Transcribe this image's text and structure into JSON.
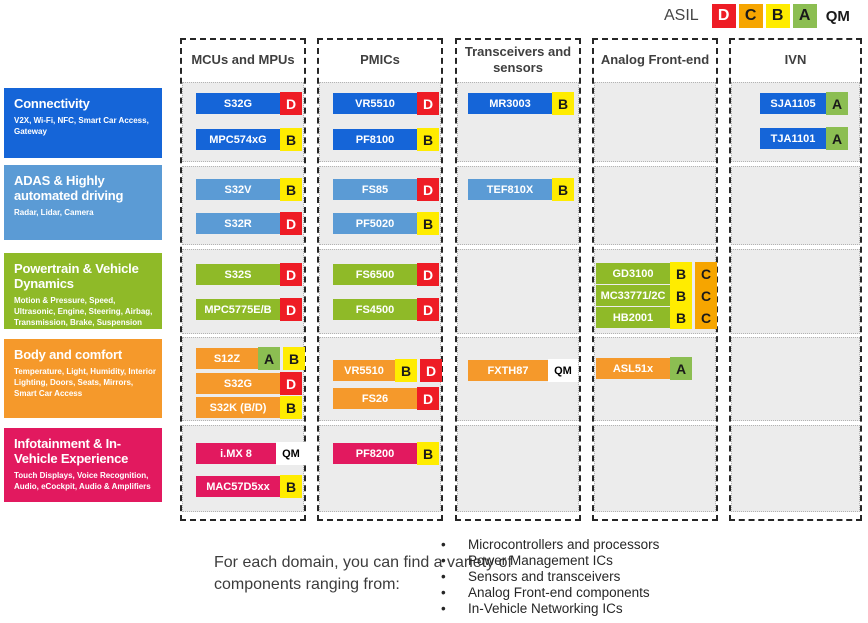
{
  "legend": {
    "label": "ASIL",
    "items": [
      "D",
      "C",
      "B",
      "A"
    ],
    "qm_label": "QM"
  },
  "badge_styles": {
    "D": {
      "bg": "#ee1c25",
      "fg": "#ffffff"
    },
    "C": {
      "bg": "#f6a500",
      "fg": "#1a1a1a"
    },
    "B": {
      "bg": "#ffec00",
      "fg": "#1a1a1a"
    },
    "A": {
      "bg": "#8cbe52",
      "fg": "#1a1a1a"
    },
    "QM": {
      "bg": "#ffffff",
      "fg": "#000000"
    }
  },
  "columns": [
    {
      "label": "MCUs and MPUs"
    },
    {
      "label": "PMICs"
    },
    {
      "label": "Transceivers and sensors"
    },
    {
      "label": "Analog Front-end"
    },
    {
      "label": "IVN"
    }
  ],
  "rows": [
    {
      "id": "connectivity",
      "title": "Connectivity",
      "subtitle": "V2X, Wi-Fi, NFC, Smart Car Access, Gateway",
      "color": "#1565d8",
      "cells": [
        [
          {
            "label": "S32G",
            "badges": [
              "D"
            ]
          },
          {
            "label": "MPC574xG",
            "badges": [
              "B"
            ]
          }
        ],
        [
          {
            "label": "VR5510",
            "badges": [
              "D"
            ]
          },
          {
            "label": "PF8100",
            "badges": [
              "B"
            ]
          }
        ],
        [
          {
            "label": "MR3003",
            "badges": [
              "B"
            ]
          }
        ],
        [],
        [
          {
            "label": "SJA1105",
            "badges": [
              "A"
            ]
          },
          {
            "label": "TJA1101",
            "badges": [
              "A"
            ]
          }
        ]
      ]
    },
    {
      "id": "adas",
      "title": "ADAS & Highly automated driving",
      "subtitle": "Radar, Lidar, Camera",
      "color": "#5b9bd5",
      "cells": [
        [
          {
            "label": "S32V",
            "badges": [
              "B"
            ]
          },
          {
            "label": "S32R",
            "badges": [
              "D"
            ]
          }
        ],
        [
          {
            "label": "FS85",
            "badges": [
              "D"
            ]
          },
          {
            "label": "PF5020",
            "badges": [
              "B"
            ]
          }
        ],
        [
          {
            "label": "TEF810X",
            "badges": [
              "B"
            ]
          }
        ],
        [],
        []
      ]
    },
    {
      "id": "powertrain",
      "title": "Powertrain & Vehicle Dynamics",
      "subtitle": "Motion & Pressure, Speed, Ultrasonic, Engine, Steering, Airbag, Transmission, Brake, Suspension",
      "color": "#8fba28",
      "cells": [
        [
          {
            "label": "S32S",
            "badges": [
              "D"
            ]
          },
          {
            "label": "MPC5775E/B",
            "badges": [
              "D"
            ]
          }
        ],
        [
          {
            "label": "FS6500",
            "badges": [
              "D"
            ]
          },
          {
            "label": "FS4500",
            "badges": [
              "D"
            ]
          }
        ],
        [],
        [
          {
            "label": "GD3100",
            "badges": [
              "B",
              "C"
            ]
          },
          {
            "label": "MC33771/2C",
            "badges": [
              "B",
              "C"
            ]
          },
          {
            "label": "HB2001",
            "badges": [
              "B",
              "C"
            ]
          }
        ],
        []
      ]
    },
    {
      "id": "body",
      "title": "Body and comfort",
      "subtitle": "Temperature, Light, Humidity, Interior Lighting, Doors, Seats, Mirrors, Smart Car Access",
      "color": "#f5992b",
      "cells": [
        [
          {
            "label": "S12Z",
            "badges": [
              "A",
              "B"
            ]
          },
          {
            "label": "S32G",
            "badges": [
              "D"
            ]
          },
          {
            "label": "S32K (B/D)",
            "badges": [
              "B"
            ]
          }
        ],
        [
          {
            "label": "VR5510",
            "badges": [
              "B",
              "D"
            ]
          },
          {
            "label": "FS26",
            "badges": [
              "D"
            ]
          }
        ],
        [
          {
            "label": "FXTH87",
            "badges": [
              "QM"
            ]
          }
        ],
        [
          {
            "label": "ASL51x",
            "badges": [
              "A"
            ]
          }
        ],
        []
      ]
    },
    {
      "id": "infotainment",
      "title": "Infotainment & In-Vehicle Experience",
      "subtitle": "Touch Displays, Voice Recognition, Audio, eCockpit, Audio & Amplifiers",
      "color": "#e2195f",
      "cells": [
        [
          {
            "label": "i.MX 8",
            "badges": [
              "QM"
            ]
          },
          {
            "label": "MAC57D5xx",
            "badges": [
              "B"
            ]
          }
        ],
        [
          {
            "label": "PF8200",
            "badges": [
              "B"
            ]
          }
        ],
        [],
        [],
        []
      ]
    }
  ],
  "footer": {
    "intro": "For each domain, you can find a variety of components ranging from:",
    "bullets": [
      "Microcontrollers and processors",
      "Power Management ICs",
      "Sensors and transceivers",
      "Analog Front-end components",
      "In-Vehicle Networking ICs"
    ]
  }
}
